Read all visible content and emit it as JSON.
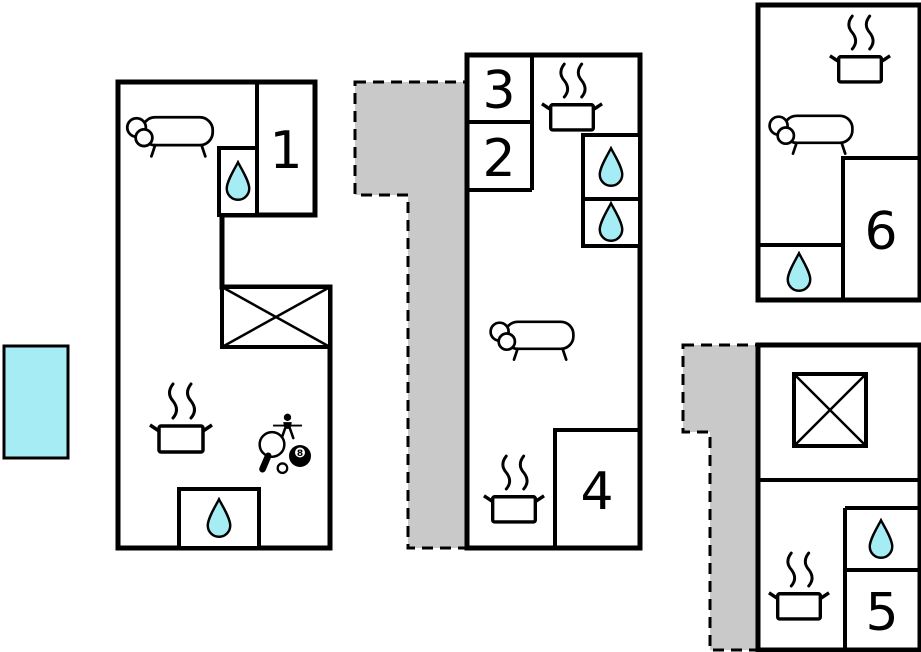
{
  "diagram": {
    "type": "floor-plan",
    "units": [
      "building-left",
      "building-middle",
      "building-top-right",
      "building-bottom-right"
    ],
    "colors": {
      "wall": "#000000",
      "water_fill": "#a5ecf5",
      "terrace_fill": "#c9c9c9",
      "background": "#ffffff"
    },
    "rooms": [
      {
        "label": "1"
      },
      {
        "label": "2"
      },
      {
        "label": "3"
      },
      {
        "label": "4"
      },
      {
        "label": "5"
      },
      {
        "label": "6"
      }
    ],
    "icons": {
      "sofa": "sofa-icon",
      "cooking_pot": "cooking-pot-steam-icon",
      "water_drop": "water-drop-icon",
      "stairs": "stairs-cross-icon",
      "table_tennis": "table-tennis-paddle-icon",
      "eight_ball": "billiard-eight-ball-icon",
      "eight_ball_label": "8",
      "foosball": "foosball-player-icon",
      "pool": "swimming-pool"
    }
  }
}
